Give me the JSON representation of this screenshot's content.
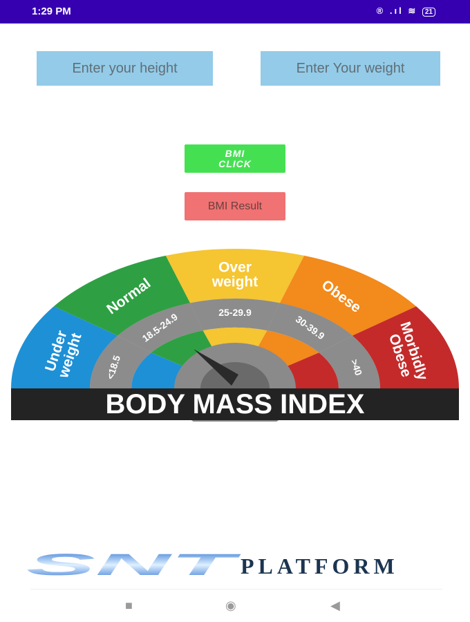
{
  "status_bar": {
    "time": "1:29 PM",
    "icons": [
      "r-icon",
      "signal-icon",
      "wifi-icon",
      "battery-icon"
    ],
    "battery": "21"
  },
  "inputs": {
    "height_placeholder": "Enter your height",
    "weight_placeholder": "Enter Your weight"
  },
  "buttons": {
    "bmi_click": "BMI\nCLICK",
    "bmi_result": "BMI Result"
  },
  "gauge": {
    "title": "BODY MASS INDEX",
    "segments": [
      {
        "label": "Under weight",
        "range": "<18.5",
        "color": "#1e90d6"
      },
      {
        "label": "Normal",
        "range": "18.5-24.9",
        "color": "#2ea043"
      },
      {
        "label": "Over weight",
        "range": "25-29.9",
        "color": "#f5c532"
      },
      {
        "label": "Obese",
        "range": "30-39.9",
        "color": "#f28a1c"
      },
      {
        "label": "Morbidly Obese",
        "range": ">40",
        "color": "#c42a2a"
      }
    ]
  },
  "footer": {
    "logo_mark": "SNT",
    "logo_text": "PLATFORM"
  }
}
